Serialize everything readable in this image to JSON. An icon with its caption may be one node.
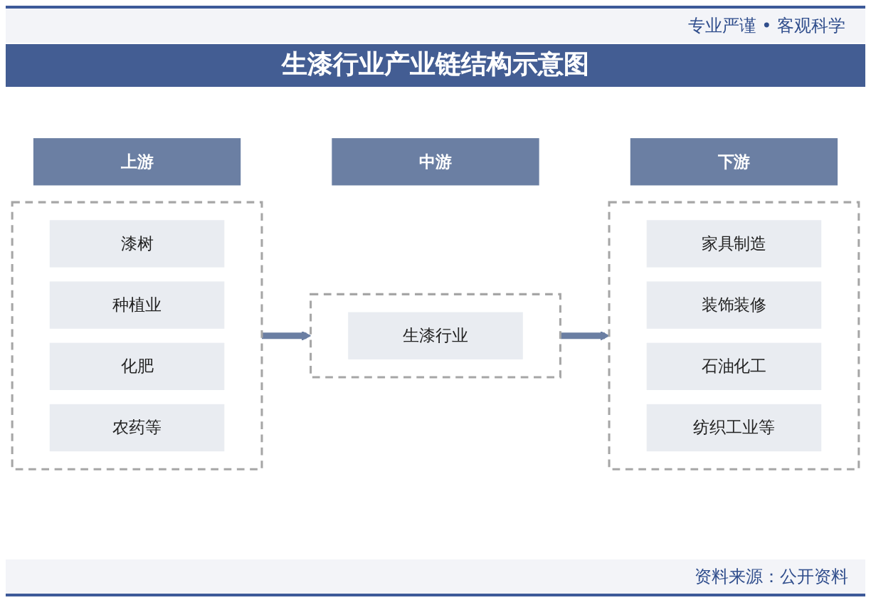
{
  "diagram": {
    "title": "生漆行业产业链结构示意图",
    "nodes": [
      {
        "text": [
          "上游"
        ]
      },
      {
        "text": [
          "中游"
        ]
      },
      {
        "text": [
          "下游"
        ]
      },
      {
        "text": [],
        "shape": "box"
      },
      {
        "text": [
          "漆树"
        ],
        "in": 3
      },
      {
        "text": [
          "种植业"
        ],
        "in": 3
      },
      {
        "text": [
          "化肥"
        ],
        "in": 3
      },
      {
        "text": [
          "农药等"
        ],
        "in": 3
      },
      {
        "text": [],
        "shape": "box"
      },
      {
        "text": [
          "生漆行业"
        ],
        "in": 8
      },
      {
        "text": [],
        "shape": "box"
      },
      {
        "text": [
          "家具制造"
        ],
        "in": 10
      },
      {
        "text": [
          "装饰装修"
        ],
        "in": 10
      },
      {
        "text": [
          "石油化工"
        ],
        "in": 10
      },
      {
        "text": [
          "纺织工业等"
        ],
        "in": 10
      }
    ],
    "edges": [
      {
        "from": 3,
        "to": 8,
        "arrow": "to"
      },
      {
        "from": 8,
        "to": 10,
        "arrow": "to"
      }
    ],
    "labels": [
      "专业严谨 • 客观科学",
      "资料来源：公开资料"
    ]
  }
}
